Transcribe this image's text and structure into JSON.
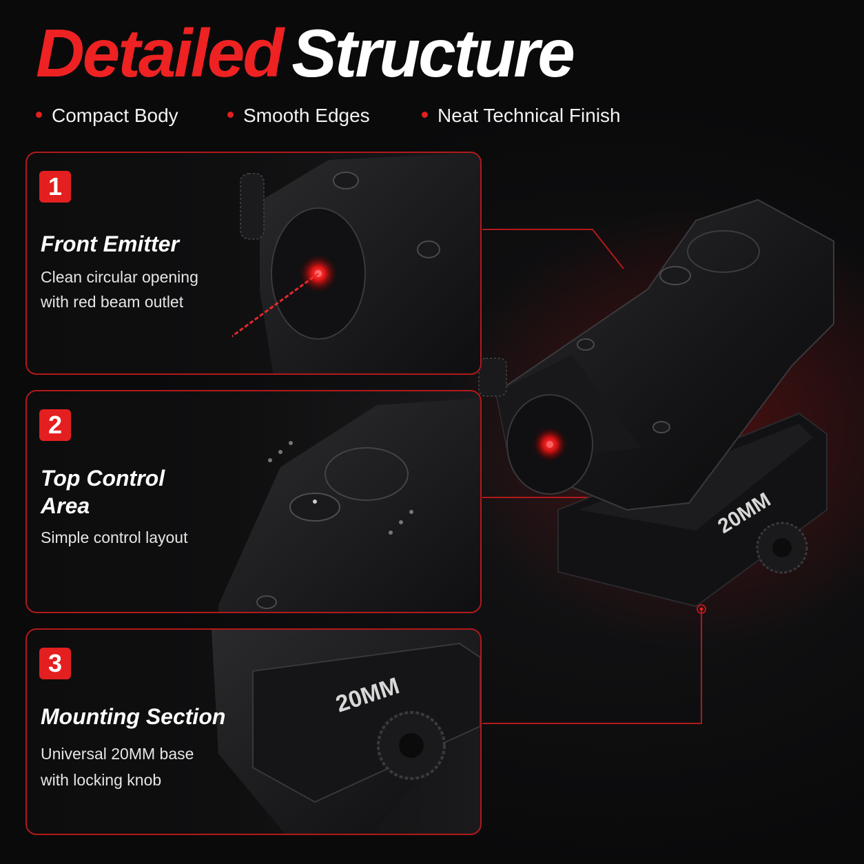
{
  "title": {
    "part1": "Detailed",
    "part2": "Structure"
  },
  "features": [
    "Compact Body",
    "Smooth Edges",
    "Neat Technical Finish"
  ],
  "cards": [
    {
      "number": "1",
      "title_line1": "Front Emitter",
      "title_line2": "",
      "desc_line1": "Clean circular opening",
      "desc_line2": "with red beam outlet"
    },
    {
      "number": "2",
      "title_line1": "Top Control",
      "title_line2": "Area",
      "desc_line1": "Simple control layout",
      "desc_line2": ""
    },
    {
      "number": "3",
      "title_line1": "Mounting Section",
      "title_line2": "",
      "desc_line1": "Universal 20MM base",
      "desc_line2": "with locking knob"
    }
  ],
  "product": {
    "mount_label": "20MM"
  },
  "colors": {
    "accent": "#e41f20",
    "border": "#b3191b",
    "background": "#0b0b0c",
    "text": "#ffffff"
  }
}
